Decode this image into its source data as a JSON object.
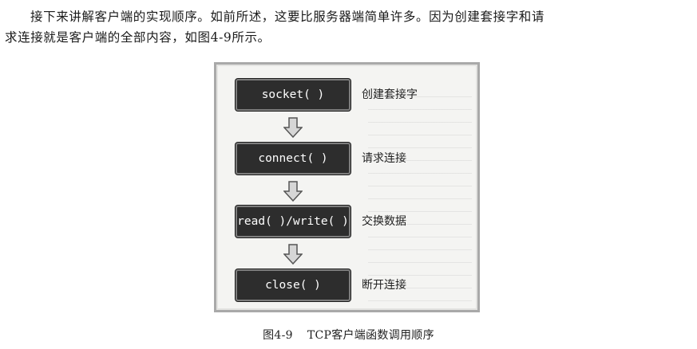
{
  "paragraph": {
    "line1": "接下来讲解客户端的实现顺序。如前所述，这要比服务器端简单许多。因为创建套接字和请",
    "line2": "求连接就是客户端的全部内容，如图4-9所示。"
  },
  "figure": {
    "steps": [
      {
        "code": "socket( )",
        "label": "创建套接字"
      },
      {
        "code": "connect( )",
        "label": "请求连接"
      },
      {
        "code": "read( )/write( )",
        "label": "交换数据"
      },
      {
        "code": "close( )",
        "label": "断开连接"
      }
    ],
    "caption_number": "图4-9",
    "caption_text": "TCP客户端函数调用顺序"
  }
}
